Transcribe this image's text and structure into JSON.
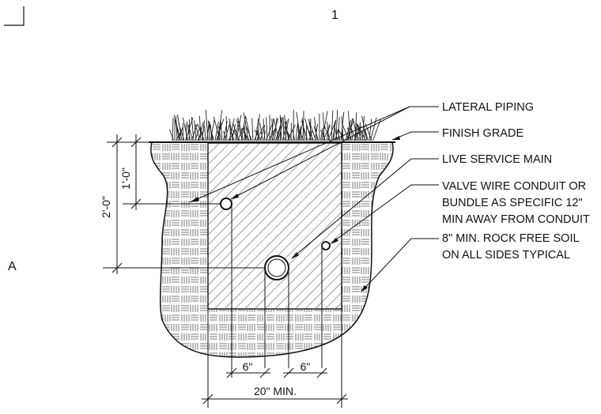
{
  "grid_ref": {
    "column": "1",
    "row": "A"
  },
  "callouts": {
    "lateral_piping": "LATERAL PIPING",
    "finish_grade": "FINISH GRADE",
    "live_service_main": "LIVE SERVICE MAIN",
    "valve_wire_line1": "VALVE WIRE CONDUIT OR",
    "valve_wire_line2": "BUNDLE AS SPECIFIC 12\"",
    "valve_wire_line3": "MIN AWAY FROM CONDUIT",
    "rock_free_line1": "8\" MIN. ROCK FREE SOIL",
    "rock_free_line2": "ON ALL SIDES TYPICAL"
  },
  "dimensions": {
    "depth_lateral": "1'-0\"",
    "depth_main": "2'-0\"",
    "spacing_left": "6\"",
    "spacing_right": "6\"",
    "trench_width": "20\" MIN."
  }
}
